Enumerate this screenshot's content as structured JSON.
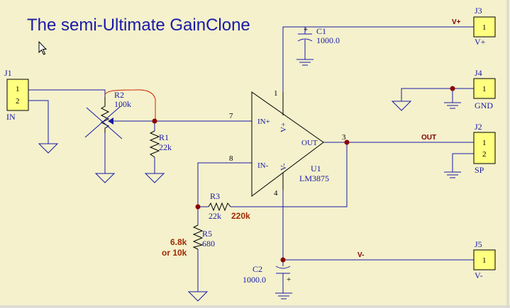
{
  "title": "The semi-Ultimate GainClone",
  "connectors": {
    "j1": {
      "ref": "J1",
      "pins": [
        "1",
        "2"
      ],
      "name": "IN"
    },
    "j2": {
      "ref": "J2",
      "pins": [
        "1",
        "2"
      ],
      "name": "SP"
    },
    "j3": {
      "ref": "J3",
      "pins": [
        "1"
      ],
      "name": "V+"
    },
    "j4": {
      "ref": "J4",
      "pins": [
        "1"
      ],
      "name": "GND"
    },
    "j5": {
      "ref": "J5",
      "pins": [
        "1"
      ],
      "name": "V-"
    }
  },
  "components": {
    "r1": {
      "ref": "R1",
      "value": "22k"
    },
    "r2": {
      "ref": "R2",
      "value": "100k"
    },
    "r3": {
      "ref": "R3",
      "value": "22k",
      "alt_value": "220k"
    },
    "r5": {
      "ref": "R5",
      "value": "680",
      "alt_value_1": "6.8k",
      "alt_value_2": "or 10k"
    },
    "c1": {
      "ref": "C1",
      "value": "1000.0"
    },
    "c2": {
      "ref": "C2",
      "value": "1000.0"
    },
    "u1": {
      "ref": "U1",
      "part": "LM3875",
      "pins": {
        "in_plus": "IN+",
        "in_minus": "IN-",
        "out": "OUT",
        "vplus": "V+",
        "vminus": "V-"
      },
      "pin_numbers": {
        "p7": "7",
        "p8": "8",
        "p3": "3",
        "p1": "1",
        "p4": "4"
      }
    }
  },
  "nets": {
    "vplus": "V+",
    "vminus": "V-",
    "out": "OUT"
  },
  "colors": {
    "background": "#f4f1cc",
    "wire": "#1a1aa8",
    "symbol": "#000000",
    "junction": "#8b0000",
    "net_label": "#800000",
    "note": "#a22a00",
    "connector_fill": "#ffff80",
    "redline": "#cc2200"
  }
}
